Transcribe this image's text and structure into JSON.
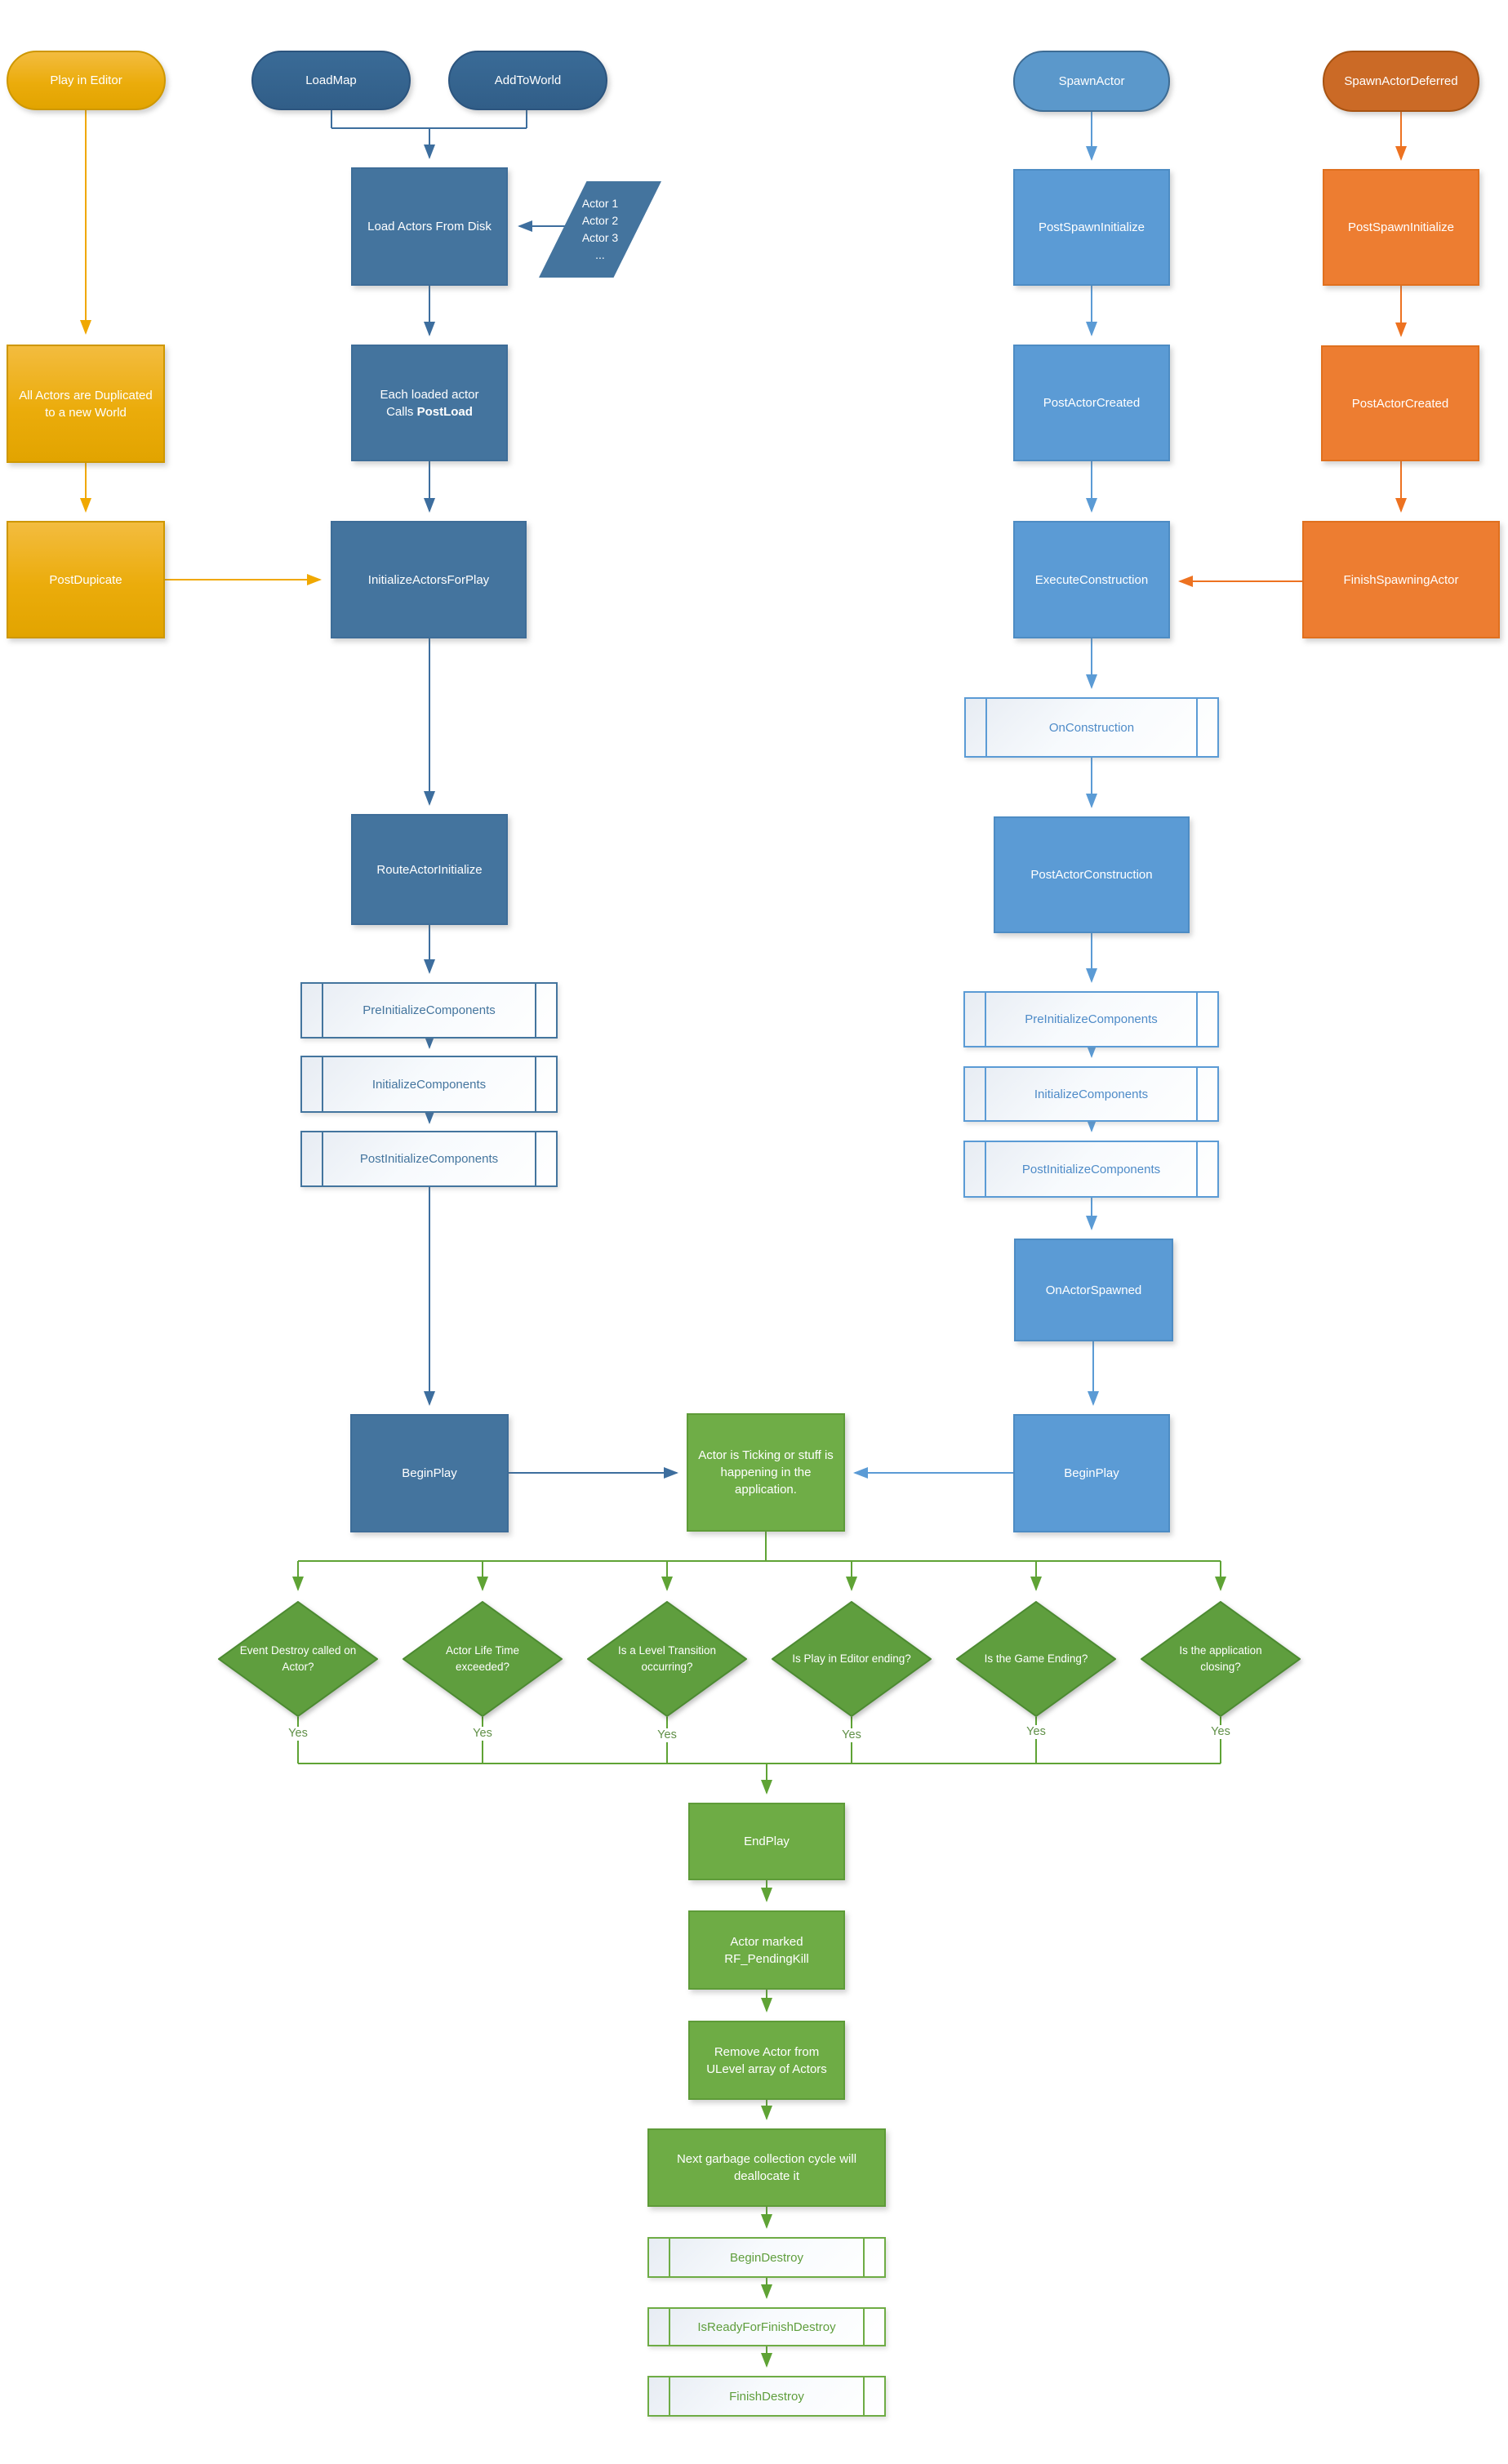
{
  "editor_flow": {
    "play_in_editor": "Play in Editor",
    "all_actors_duplicated": "All Actors are Duplicated to a new World",
    "post_dupicate": "PostDupicate"
  },
  "load_flow": {
    "load_map": "LoadMap",
    "add_to_world": "AddToWorld",
    "load_actors_from_disk": "Load Actors From Disk",
    "actor_list": {
      "line1": "Actor 1",
      "line2": "Actor 2",
      "line3": "Actor 3",
      "line4": "..."
    },
    "each_loaded_actor": {
      "line1": "Each loaded actor",
      "line2_prefix": "Calls ",
      "line2_bold": "PostLoad"
    },
    "initialize_actors_for_play": "InitializeActorsForPlay",
    "route_actor_initialize": "RouteActorInitialize",
    "pre_initialize_components": "PreInitializeComponents",
    "initialize_components": "InitializeComponents",
    "post_initialize_components": "PostInitializeComponents",
    "begin_play": "BeginPlay"
  },
  "spawn_flow": {
    "spawn_actor": "SpawnActor",
    "post_spawn_initialize": "PostSpawnInitialize",
    "post_actor_created": "PostActorCreated",
    "execute_construction": "ExecuteConstruction",
    "on_construction": "OnConstruction",
    "post_actor_construction": "PostActorConstruction",
    "pre_initialize_components": "PreInitializeComponents",
    "initialize_components": "InitializeComponents",
    "post_initialize_components": "PostInitializeComponents",
    "on_actor_spawned": "OnActorSpawned",
    "begin_play": "BeginPlay"
  },
  "deferred_flow": {
    "spawn_actor_deferred": "SpawnActorDeferred",
    "post_spawn_initialize": "PostSpawnInitialize",
    "post_actor_created": "PostActorCreated",
    "finish_spawning_actor": "FinishSpawningActor"
  },
  "runtime": {
    "ticking": "Actor is Ticking or stuff is happening in the application."
  },
  "decisions": [
    {
      "label": "Event Destroy called on Actor?",
      "yes": "Yes"
    },
    {
      "label": "Actor Life Time exceeded?",
      "yes": "Yes"
    },
    {
      "label": "Is a Level Transition occurring?",
      "yes": "Yes"
    },
    {
      "label": "Is Play in Editor ending?",
      "yes": "Yes"
    },
    {
      "label": "Is the Game Ending?",
      "yes": "Yes"
    },
    {
      "label": "Is the application closing?",
      "yes": "Yes"
    }
  ],
  "destroy_flow": {
    "end_play": "EndPlay",
    "actor_marked": "Actor marked RF_PendingKill",
    "remove_actor": "Remove Actor from ULevel array of Actors",
    "next_garbage": "Next garbage collection cycle will deallocate it",
    "begin_destroy": "BeginDestroy",
    "is_ready_for_finish_destroy": "IsReadyForFinishDestroy",
    "finish_destroy": "FinishDestroy"
  },
  "colors": {
    "gold": "#EBAC0B",
    "gold_arrow": "#F0A800",
    "dark_blue": "#44749E",
    "dark_blue_arrow": "#3D6E9E",
    "medium_blue": "#5B9BD5",
    "orange": "#ED7D31",
    "orange_dark": "#CB6A26",
    "green": "#6EAC45",
    "green_diamond": "#5F9E3E",
    "green_arrow": "#5FA335"
  }
}
